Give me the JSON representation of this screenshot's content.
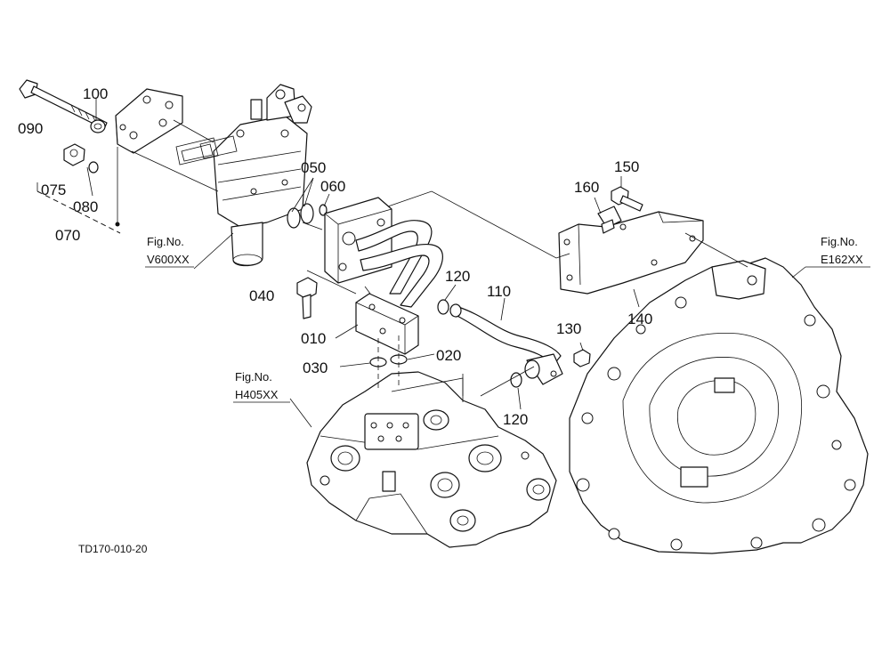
{
  "labels": {
    "p090": "090",
    "p100": "100",
    "p075": "075",
    "p080": "080",
    "p070": "070",
    "p050": "050",
    "p060": "060",
    "p040": "040",
    "p010": "010",
    "p030": "030",
    "p020": "020",
    "p120a": "120",
    "p110": "110",
    "p130": "130",
    "p120b": "120",
    "p150": "150",
    "p160": "160",
    "p140": "140"
  },
  "figure_refs": {
    "v600_title": "Fig.No.",
    "v600_code": "V600XX",
    "h405_title": "Fig.No.",
    "h405_code": "H405XX",
    "e162_title": "Fig.No.",
    "e162_code": "E162XX"
  },
  "drawing_code": "TD170-010-20"
}
